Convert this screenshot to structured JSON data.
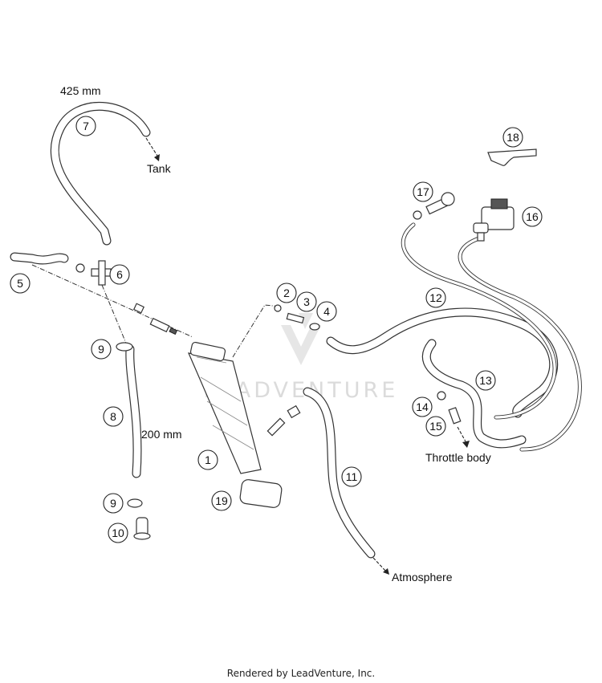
{
  "labels": {
    "len_425": "425 mm",
    "len_200": "200 mm",
    "tank": "Tank",
    "throttle_body": "Throttle body",
    "atmosphere": "Atmosphere"
  },
  "watermark": "LEADVENTURE",
  "footer": "Rendered by LeadVenture, Inc.",
  "callouts": [
    "1",
    "2",
    "3",
    "4",
    "5",
    "6",
    "7",
    "8",
    "9",
    "9",
    "10",
    "11",
    "12",
    "13",
    "14",
    "15",
    "16",
    "17",
    "18",
    "19"
  ]
}
